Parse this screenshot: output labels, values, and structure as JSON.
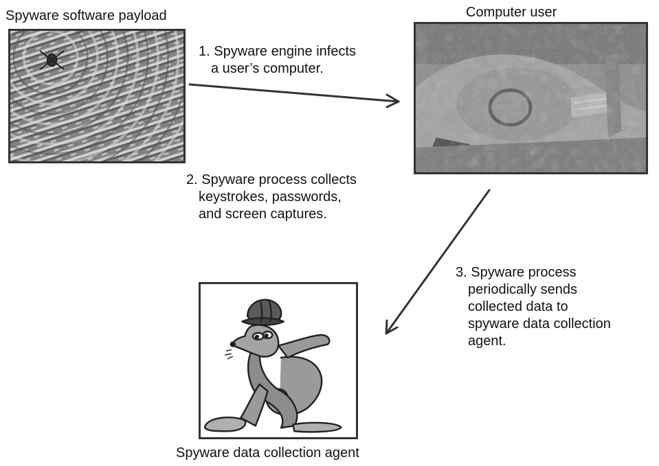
{
  "nodes": {
    "payload": {
      "label": "Spyware software payload",
      "icon": "spider-on-web-photo"
    },
    "user": {
      "label": "Computer user",
      "icon": "user-at-computer-photo"
    },
    "agent": {
      "label": "Spyware data collection agent",
      "icon": "sneaky-cartoon-character"
    }
  },
  "steps": [
    {
      "lines": [
        "1. Spyware engine infects",
        "a user’s computer."
      ]
    },
    {
      "lines": [
        "2. Spyware process collects",
        "keystrokes, passwords,",
        "and screen captures."
      ]
    },
    {
      "lines": [
        "3. Spyware process",
        "periodically sends",
        "collected data to",
        "spyware data collection",
        "agent."
      ]
    }
  ],
  "colors": {
    "text": "#111111",
    "arrow": "#333333",
    "frame": "#333333"
  }
}
